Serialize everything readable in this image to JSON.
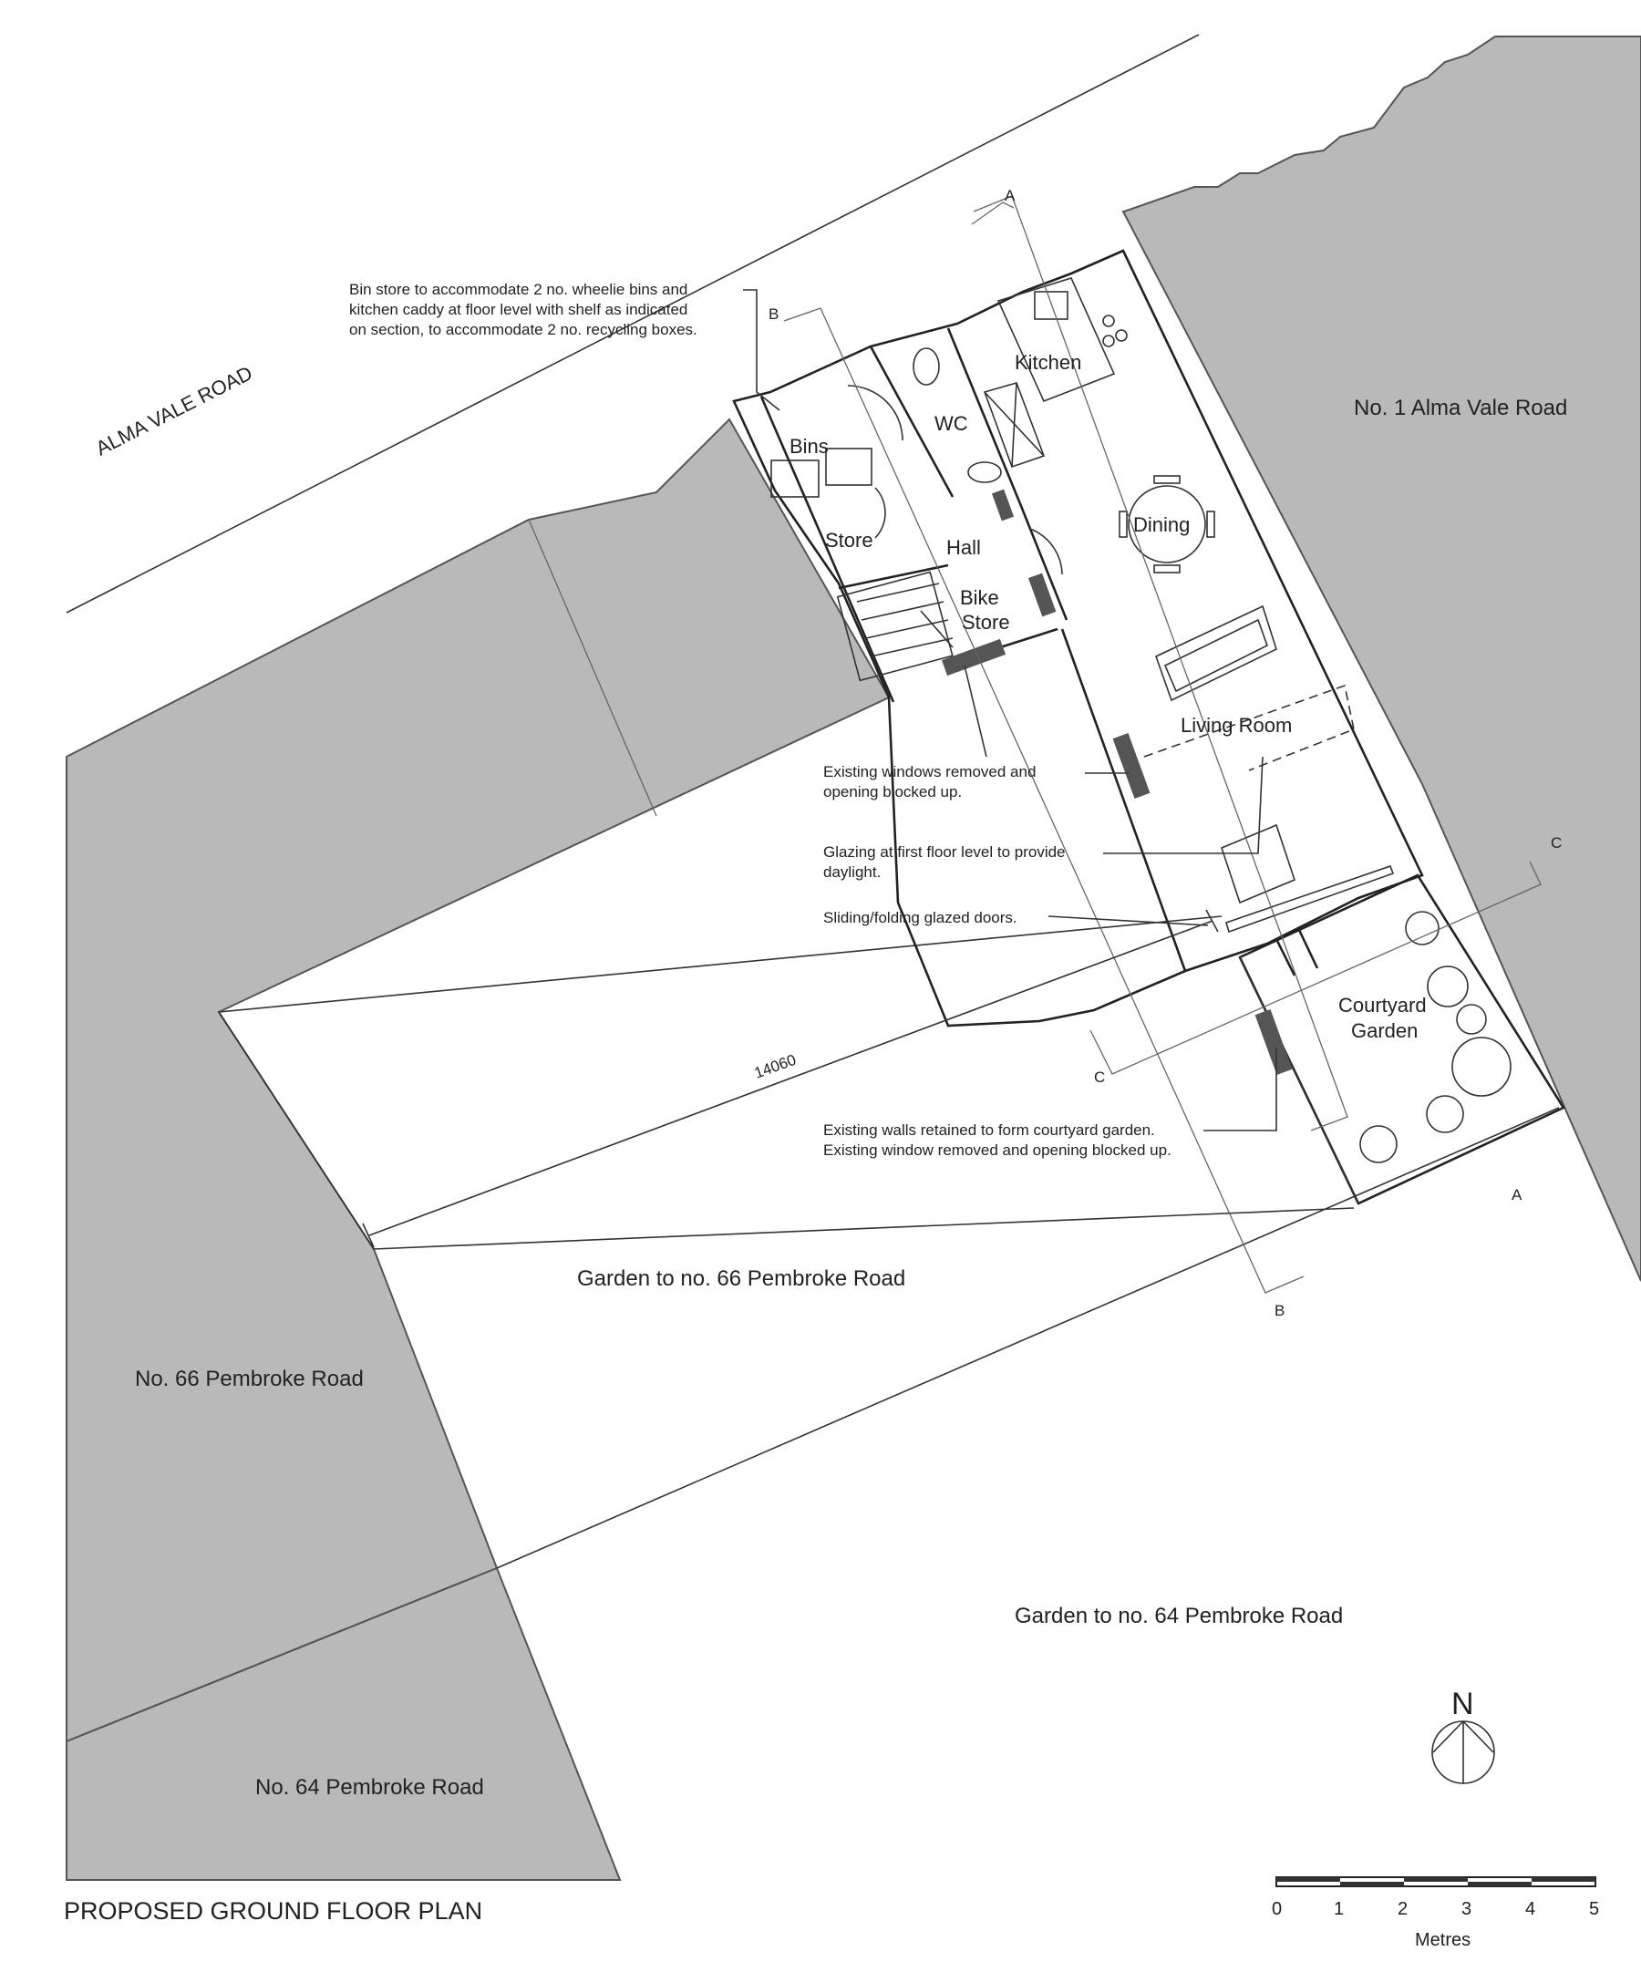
{
  "title": "PROPOSED GROUND FLOOR PLAN",
  "roads": {
    "alma_vale": "ALMA VALE ROAD",
    "no1_alma_vale": "No. 1 Alma Vale Road",
    "no66_pembroke": "No. 66 Pembroke Road",
    "no64_pembroke": "No. 64 Pembroke Road",
    "garden_66": "Garden to no. 66 Pembroke Road",
    "garden_64": "Garden to no. 64 Pembroke Road"
  },
  "rooms": {
    "kitchen": "Kitchen",
    "wc": "WC",
    "bins": "Bins",
    "store": "Store",
    "hall": "Hall",
    "bike": "Bike",
    "bike_store": "Store",
    "dining": "Dining",
    "living": "Living Room",
    "courtyard_1": "Courtyard",
    "courtyard_2": "Garden"
  },
  "dimension": "14060",
  "sections": {
    "a_top": "A",
    "a_bottom": "A",
    "b_top": "B",
    "b_bottom": "B",
    "c_left": "C",
    "c_right": "C"
  },
  "annotations": {
    "bin_store": [
      "Bin store to accommodate 2 no. wheelie bins and",
      "kitchen caddy at floor level with shelf as indicated",
      "on section, to accommodate 2 no. recycling boxes."
    ],
    "windows_removed": [
      "Existing windows removed and",
      "opening blocked up."
    ],
    "glazing": [
      "Glazing at first floor level to provide",
      "daylight."
    ],
    "sliding": [
      "Sliding/folding glazed doors."
    ],
    "walls_retained": [
      "Existing walls retained to form courtyard garden.",
      "Existing window removed and opening blocked up."
    ]
  },
  "north": "N",
  "scale": {
    "ticks": [
      "0",
      "1",
      "2",
      "3",
      "4",
      "5"
    ],
    "unit": "Metres"
  },
  "colors": {
    "neighbour_fill": "#b9b9b9",
    "line": "#222222"
  }
}
